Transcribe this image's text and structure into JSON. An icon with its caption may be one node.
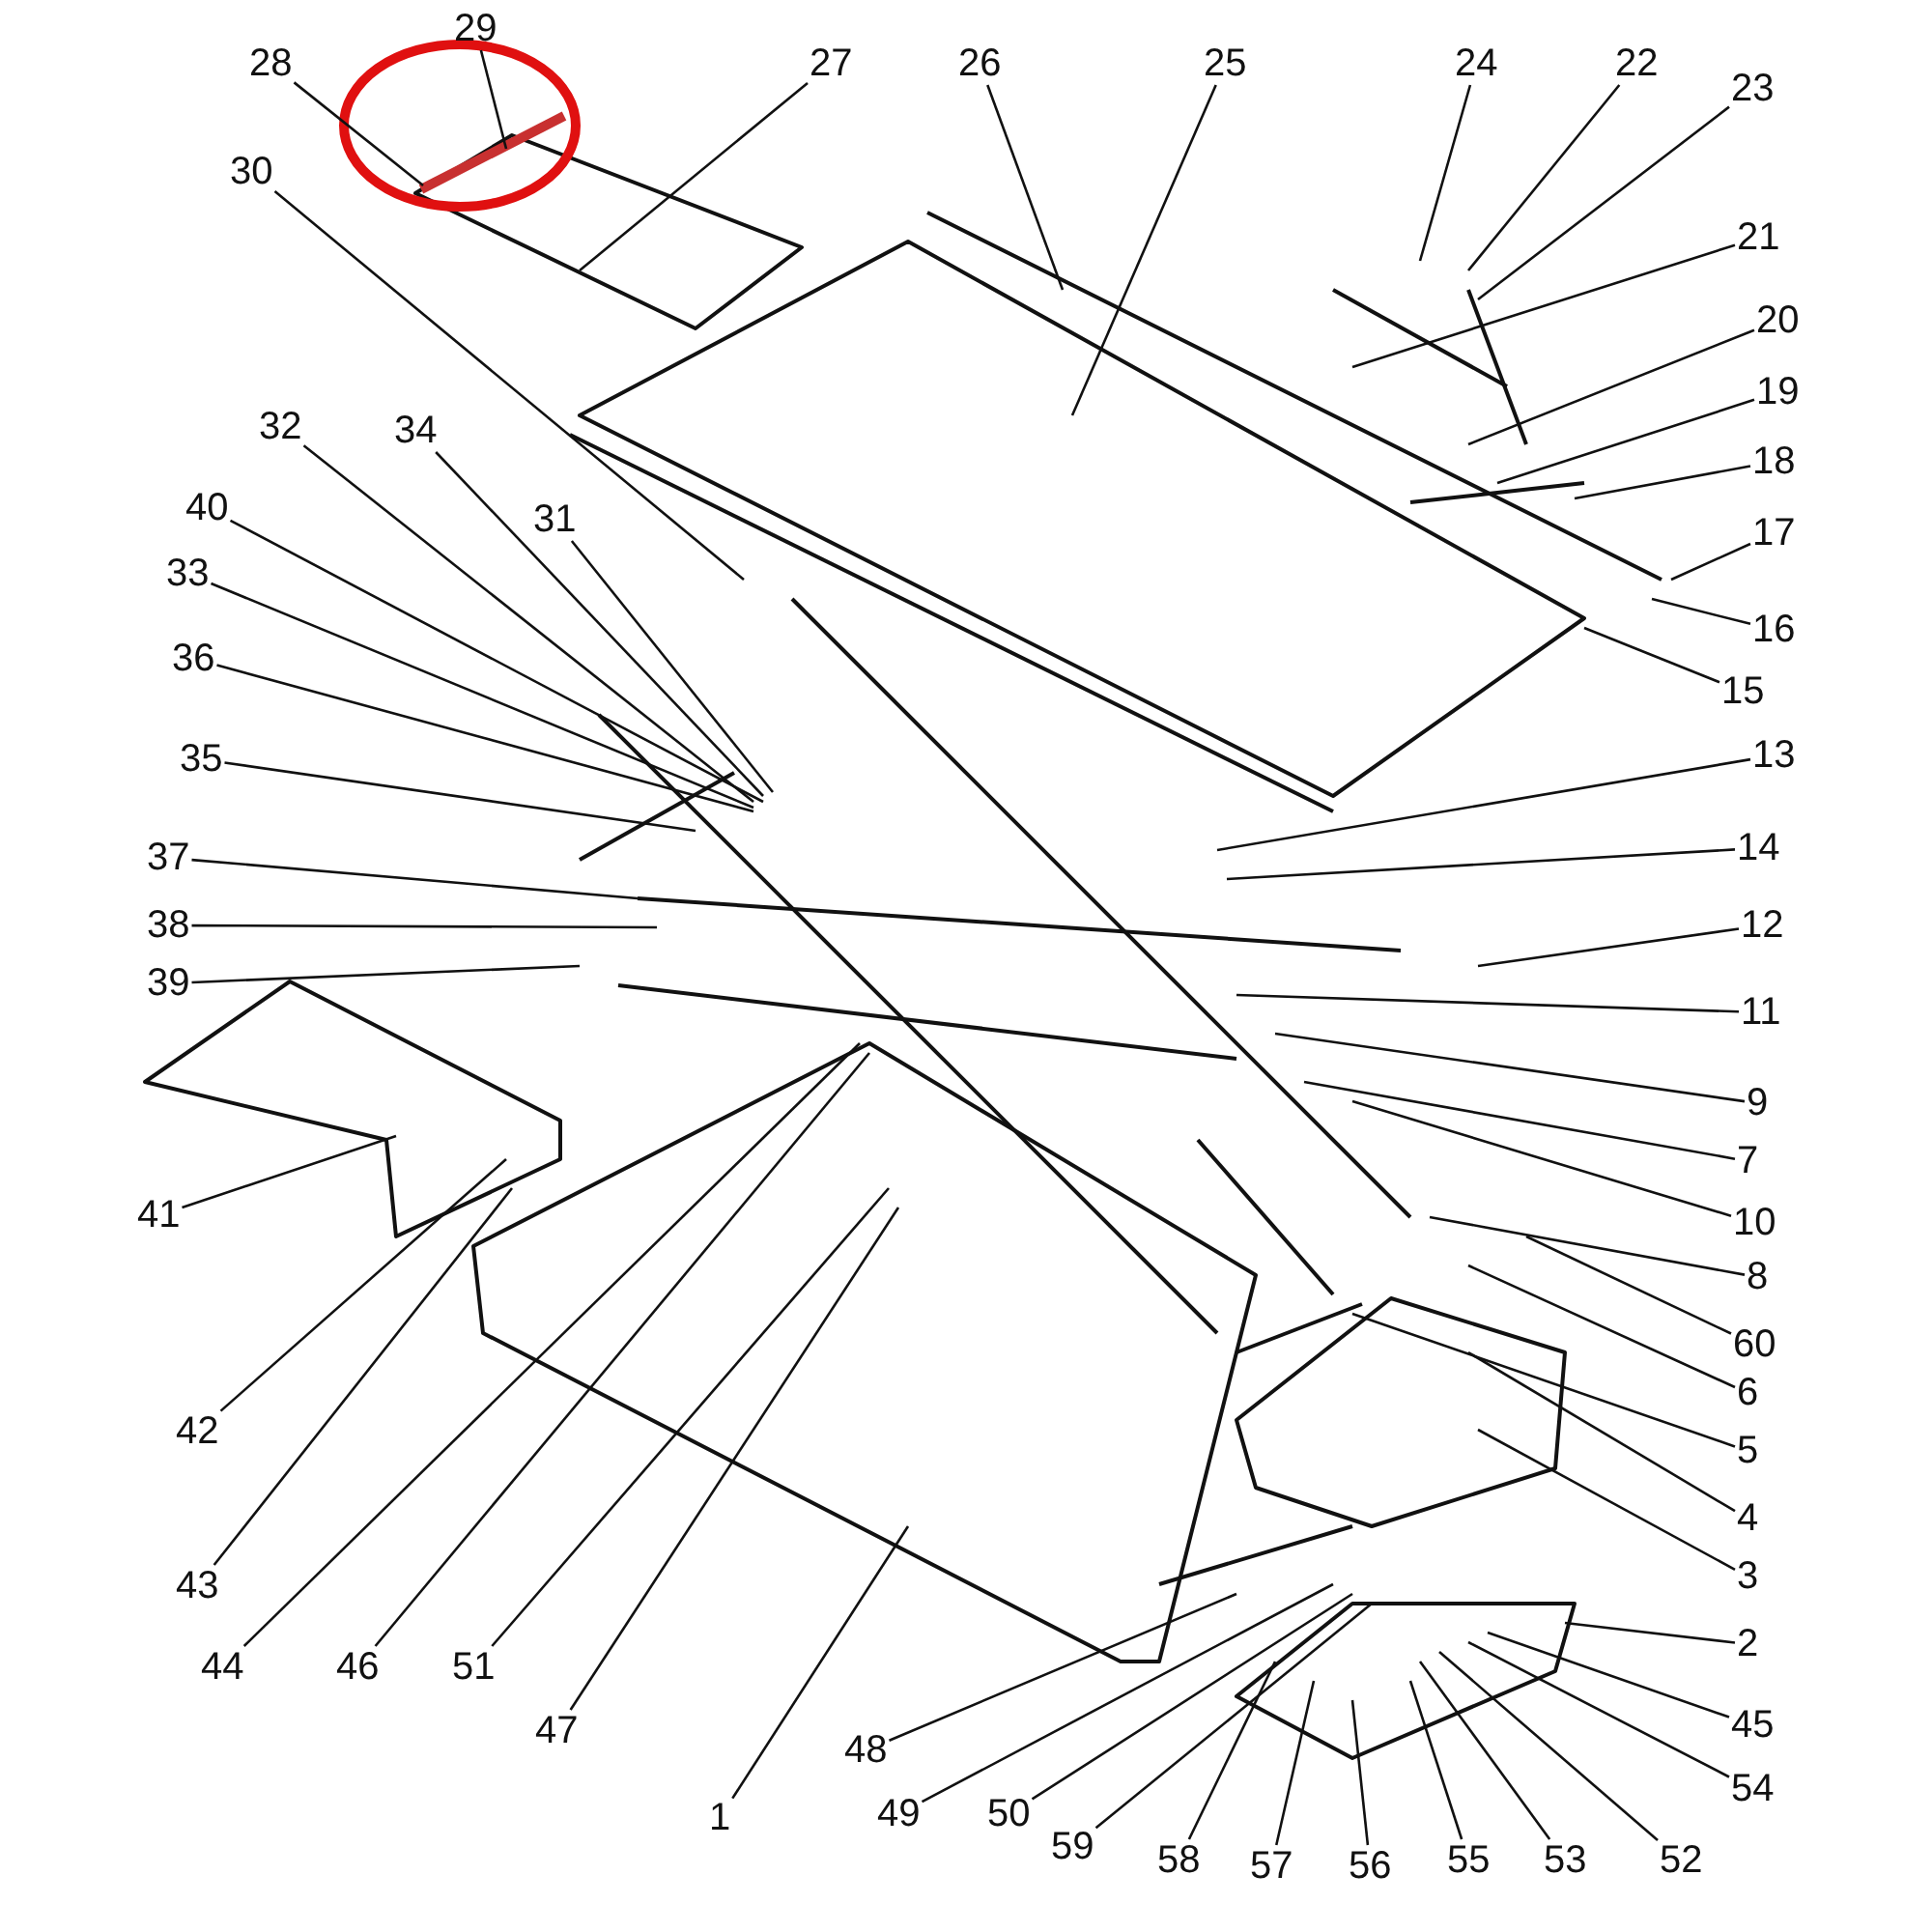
{
  "diagram": {
    "nodes": [
      {
        "text": [
          "28"
        ]
      },
      {
        "text": [
          "29"
        ]
      },
      {
        "text": [
          "27"
        ]
      },
      {
        "text": [
          "26"
        ]
      },
      {
        "text": [
          "25"
        ]
      },
      {
        "text": [
          "24"
        ]
      },
      {
        "text": [
          "22"
        ]
      },
      {
        "text": [
          "23"
        ]
      },
      {
        "text": [
          "30"
        ]
      },
      {
        "text": [
          "21"
        ]
      },
      {
        "text": [
          "20"
        ]
      },
      {
        "text": [
          "19"
        ]
      },
      {
        "text": [
          "32"
        ]
      },
      {
        "text": [
          "34"
        ]
      },
      {
        "text": [
          "18"
        ]
      },
      {
        "text": [
          "40"
        ]
      },
      {
        "text": [
          "31"
        ]
      },
      {
        "text": [
          "17"
        ]
      },
      {
        "text": [
          "33"
        ]
      },
      {
        "text": [
          "16"
        ]
      },
      {
        "text": [
          "36"
        ]
      },
      {
        "text": [
          "15"
        ]
      },
      {
        "text": [
          "35"
        ]
      },
      {
        "text": [
          "13"
        ]
      },
      {
        "text": [
          "37"
        ]
      },
      {
        "text": [
          "14"
        ]
      },
      {
        "text": [
          "38"
        ]
      },
      {
        "text": [
          "12"
        ]
      },
      {
        "text": [
          "39"
        ]
      },
      {
        "text": [
          "11"
        ]
      },
      {
        "text": [
          "9"
        ]
      },
      {
        "text": [
          "7"
        ]
      },
      {
        "text": [
          "41"
        ]
      },
      {
        "text": [
          "10"
        ]
      },
      {
        "text": [
          "8"
        ]
      },
      {
        "text": [
          "60"
        ]
      },
      {
        "text": [
          "6"
        ]
      },
      {
        "text": [
          "42"
        ]
      },
      {
        "text": [
          "5"
        ]
      },
      {
        "text": [
          "4"
        ]
      },
      {
        "text": [
          "3"
        ]
      },
      {
        "text": [
          "43"
        ]
      },
      {
        "text": [
          "2"
        ]
      },
      {
        "text": [
          "44"
        ]
      },
      {
        "text": [
          "45"
        ]
      },
      {
        "text": [
          "46"
        ]
      },
      {
        "text": [
          "51"
        ]
      },
      {
        "text": [
          "47"
        ]
      },
      {
        "text": [
          "48"
        ]
      },
      {
        "text": [
          "54"
        ]
      },
      {
        "text": [
          "1"
        ]
      },
      {
        "text": [
          "49"
        ]
      },
      {
        "text": [
          "50"
        ]
      },
      {
        "text": [
          "59"
        ]
      },
      {
        "text": [
          "58"
        ]
      },
      {
        "text": [
          "52"
        ]
      },
      {
        "text": [
          "53"
        ]
      },
      {
        "text": [
          "55"
        ]
      },
      {
        "text": [
          "56"
        ]
      },
      {
        "text": [
          "57"
        ]
      },
      {
        "text": [],
        "shape": "bar"
      }
    ],
    "edges": [
      {
        "from": 0,
        "to": 60,
        "arrow": "none"
      },
      {
        "from": 1,
        "to": 60,
        "arrow": "none"
      },
      {
        "from": 2,
        "to": null,
        "arrow": "none"
      },
      {
        "from": 3,
        "to": null,
        "arrow": "none"
      },
      {
        "from": 4,
        "to": null,
        "arrow": "none"
      },
      {
        "from": 5,
        "to": null,
        "arrow": "none"
      },
      {
        "from": 6,
        "to": null,
        "arrow": "none"
      },
      {
        "from": 7,
        "to": null,
        "arrow": "none"
      },
      {
        "from": 8,
        "to": null,
        "arrow": "none"
      },
      {
        "from": 9,
        "to": null,
        "arrow": "none"
      },
      {
        "from": 10,
        "to": null,
        "arrow": "none"
      },
      {
        "from": 11,
        "to": null,
        "arrow": "none"
      },
      {
        "from": 12,
        "to": null,
        "arrow": "none"
      },
      {
        "from": 13,
        "to": null,
        "arrow": "none"
      },
      {
        "from": 14,
        "to": null,
        "arrow": "none"
      },
      {
        "from": 15,
        "to": null,
        "arrow": "none"
      },
      {
        "from": 16,
        "to": null,
        "arrow": "none"
      },
      {
        "from": 17,
        "to": null,
        "arrow": "none"
      },
      {
        "from": 18,
        "to": null,
        "arrow": "none"
      },
      {
        "from": 19,
        "to": null,
        "arrow": "none"
      },
      {
        "from": 20,
        "to": null,
        "arrow": "none"
      },
      {
        "from": 21,
        "to": null,
        "arrow": "none"
      },
      {
        "from": 22,
        "to": null,
        "arrow": "none"
      },
      {
        "from": 23,
        "to": null,
        "arrow": "none"
      },
      {
        "from": 24,
        "to": null,
        "arrow": "none"
      },
      {
        "from": 25,
        "to": null,
        "arrow": "none"
      },
      {
        "from": 26,
        "to": null,
        "arrow": "none"
      },
      {
        "from": 27,
        "to": null,
        "arrow": "none"
      },
      {
        "from": 28,
        "to": null,
        "arrow": "none"
      },
      {
        "from": 29,
        "to": null,
        "arrow": "none"
      },
      {
        "from": 30,
        "to": null,
        "arrow": "none"
      },
      {
        "from": 31,
        "to": null,
        "arrow": "none"
      },
      {
        "from": 32,
        "to": null,
        "arrow": "none"
      },
      {
        "from": 33,
        "to": null,
        "arrow": "none"
      },
      {
        "from": 34,
        "to": null,
        "arrow": "none"
      },
      {
        "from": 35,
        "to": null,
        "arrow": "none"
      },
      {
        "from": 36,
        "to": null,
        "arrow": "none"
      },
      {
        "from": 37,
        "to": null,
        "arrow": "none"
      },
      {
        "from": 38,
        "to": null,
        "arrow": "none"
      },
      {
        "from": 39,
        "to": null,
        "arrow": "none"
      },
      {
        "from": 40,
        "to": null,
        "arrow": "none"
      },
      {
        "from": 41,
        "to": null,
        "arrow": "none"
      },
      {
        "from": 42,
        "to": null,
        "arrow": "none"
      },
      {
        "from": 43,
        "to": null,
        "arrow": "none"
      },
      {
        "from": 44,
        "to": null,
        "arrow": "none"
      },
      {
        "from": 45,
        "to": null,
        "arrow": "none"
      },
      {
        "from": 46,
        "to": null,
        "arrow": "none"
      },
      {
        "from": 47,
        "to": null,
        "arrow": "none"
      },
      {
        "from": 48,
        "to": null,
        "arrow": "none"
      },
      {
        "from": 49,
        "to": null,
        "arrow": "none"
      },
      {
        "from": 50,
        "to": null,
        "arrow": "none"
      },
      {
        "from": 51,
        "to": null,
        "arrow": "none"
      },
      {
        "from": 52,
        "to": null,
        "arrow": "none"
      },
      {
        "from": 53,
        "to": null,
        "arrow": "none"
      },
      {
        "from": 54,
        "to": null,
        "arrow": "none"
      },
      {
        "from": 55,
        "to": null,
        "arrow": "none"
      },
      {
        "from": 56,
        "to": null,
        "arrow": "none"
      },
      {
        "from": 57,
        "to": null,
        "arrow": "none"
      },
      {
        "from": 58,
        "to": null,
        "arrow": "none"
      },
      {
        "from": 59,
        "to": null,
        "arrow": "none"
      }
    ]
  }
}
